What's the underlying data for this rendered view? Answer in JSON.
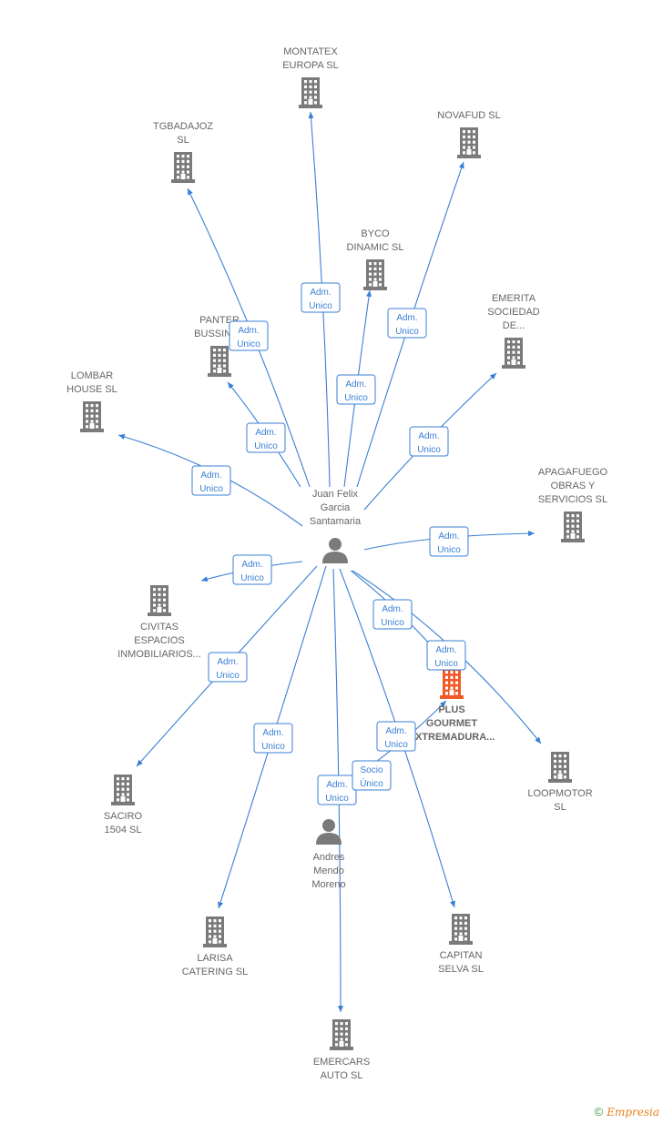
{
  "colors": {
    "edge": "#3a7fd5",
    "company": "#7a7a7a",
    "company_highlight": "#f05a28",
    "person": "#7a7a7a",
    "label": "#666666"
  },
  "nodes": [
    {
      "id": "juan",
      "type": "person",
      "lines": [
        "Juan Felix",
        "Garcia",
        "Santamaria"
      ],
      "highlight": false
    },
    {
      "id": "andres",
      "type": "person",
      "lines": [
        "Andres",
        "Mendo",
        "Moreno"
      ],
      "highlight": false
    },
    {
      "id": "montatex",
      "type": "company",
      "lines": [
        "MONTATEX",
        "EUROPA  SL"
      ],
      "highlight": false
    },
    {
      "id": "tgbadajoz",
      "type": "company",
      "lines": [
        "TGBADAJOZ",
        "SL"
      ],
      "highlight": false
    },
    {
      "id": "novafud",
      "type": "company",
      "lines": [
        "NOVAFUD  SL"
      ],
      "highlight": false
    },
    {
      "id": "byco",
      "type": "company",
      "lines": [
        "BYCO",
        "DINAMIC  SL"
      ],
      "highlight": false
    },
    {
      "id": "emerita",
      "type": "company",
      "lines": [
        "EMERITA",
        "SOCIEDAD",
        "DE..."
      ],
      "highlight": false
    },
    {
      "id": "panter",
      "type": "company",
      "lines": [
        "PANTER",
        "BUSSINES"
      ],
      "highlight": false
    },
    {
      "id": "lombar",
      "type": "company",
      "lines": [
        "LOMBAR",
        "HOUSE  SL"
      ],
      "highlight": false
    },
    {
      "id": "apagafuego",
      "type": "company",
      "lines": [
        "APAGAFUEGO",
        "OBRAS Y",
        "SERVICIOS  SL"
      ],
      "highlight": false
    },
    {
      "id": "civitas",
      "type": "company",
      "lines": [
        "CIVITAS",
        "ESPACIOS",
        "INMOBILIARIOS..."
      ],
      "highlight": false
    },
    {
      "id": "plus",
      "type": "company",
      "lines": [
        "PLUS",
        "GOURMET",
        "EXTREMADURA..."
      ],
      "highlight": true
    },
    {
      "id": "loopmotor",
      "type": "company",
      "lines": [
        "LOOPMOTOR",
        "SL"
      ],
      "highlight": false
    },
    {
      "id": "saciro",
      "type": "company",
      "lines": [
        "SACIRO",
        "1504  SL"
      ],
      "highlight": false
    },
    {
      "id": "larisa",
      "type": "company",
      "lines": [
        "LARISA",
        "CATERING  SL"
      ],
      "highlight": false
    },
    {
      "id": "capitan",
      "type": "company",
      "lines": [
        "CAPITAN",
        "SELVA  SL"
      ],
      "highlight": false
    },
    {
      "id": "emercars",
      "type": "company",
      "lines": [
        "EMERCARS",
        "AUTO  SL"
      ],
      "highlight": false
    }
  ],
  "edges": [
    {
      "from": "juan",
      "to": "montatex",
      "label": [
        "Adm.",
        "Unico"
      ]
    },
    {
      "from": "juan",
      "to": "tgbadajoz",
      "label": [
        "Adm.",
        "Unico"
      ]
    },
    {
      "from": "juan",
      "to": "novafud",
      "label": [
        "Adm.",
        "Unico"
      ]
    },
    {
      "from": "juan",
      "to": "byco",
      "label": [
        "Adm.",
        "Unico"
      ]
    },
    {
      "from": "juan",
      "to": "emerita",
      "label": [
        "Adm.",
        "Unico"
      ]
    },
    {
      "from": "juan",
      "to": "panter",
      "label": [
        "Adm.",
        "Unico"
      ]
    },
    {
      "from": "juan",
      "to": "lombar",
      "label": [
        "Adm.",
        "Unico"
      ]
    },
    {
      "from": "juan",
      "to": "apagafuego",
      "label": [
        "Adm.",
        "Unico"
      ]
    },
    {
      "from": "juan",
      "to": "civitas",
      "label": [
        "Adm.",
        "Unico"
      ]
    },
    {
      "from": "juan",
      "to": "plus",
      "label": [
        "Adm.",
        "Unico"
      ]
    },
    {
      "from": "juan",
      "to": "loopmotor",
      "label": [
        "Adm.",
        "Unico"
      ]
    },
    {
      "from": "juan",
      "to": "saciro",
      "label": [
        "Adm.",
        "Unico"
      ]
    },
    {
      "from": "juan",
      "to": "larisa",
      "label": [
        "Adm.",
        "Unico"
      ]
    },
    {
      "from": "juan",
      "to": "capitan",
      "label": [
        "Adm.",
        "Unico"
      ]
    },
    {
      "from": "juan",
      "to": "emercars",
      "label": [
        "Adm.",
        "Unico"
      ]
    },
    {
      "from": "andres",
      "to": "plus",
      "label": [
        "Socio",
        "Único"
      ]
    }
  ],
  "footer": {
    "copyright": "©",
    "brand": "Empresia"
  }
}
